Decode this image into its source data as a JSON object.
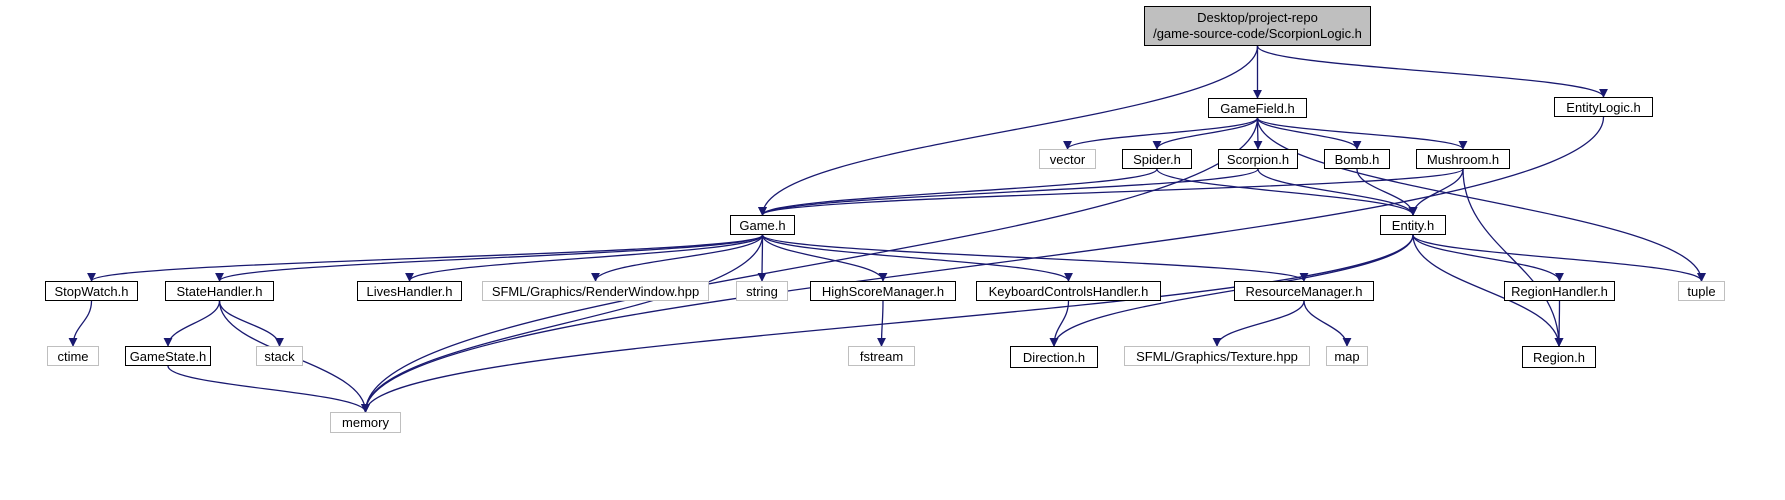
{
  "edge_color": "#191970",
  "root": {
    "line1": "Desktop/project-repo",
    "line2": "/game-source-code/ScorpionLogic.h"
  },
  "nodes": {
    "gamefield": "GameField.h",
    "entitylogic": "EntityLogic.h",
    "vector": "vector",
    "spider": "Spider.h",
    "scorpion": "Scorpion.h",
    "bomb": "Bomb.h",
    "mushroom": "Mushroom.h",
    "game": "Game.h",
    "entity": "Entity.h",
    "stopwatch": "StopWatch.h",
    "statehandler": "StateHandler.h",
    "liveshandler": "LivesHandler.h",
    "renderwindow": "SFML/Graphics/RenderWindow.hpp",
    "string": "string",
    "highscoremanager": "HighScoreManager.h",
    "keyboardcontrolshandler": "KeyboardControlsHandler.h",
    "resourcemanager": "ResourceManager.h",
    "regionhandler": "RegionHandler.h",
    "tuple": "tuple",
    "ctime": "ctime",
    "gamestate": "GameState.h",
    "stack": "stack",
    "fstream": "fstream",
    "direction": "Direction.h",
    "texture": "SFML/Graphics/Texture.hpp",
    "map": "map",
    "region": "Region.h",
    "memory": "memory"
  },
  "edges": [
    [
      "root",
      "gamefield"
    ],
    [
      "root",
      "entitylogic"
    ],
    [
      "root",
      "game"
    ],
    [
      "gamefield",
      "vector"
    ],
    [
      "gamefield",
      "spider"
    ],
    [
      "gamefield",
      "scorpion"
    ],
    [
      "gamefield",
      "bomb"
    ],
    [
      "gamefield",
      "mushroom"
    ],
    [
      "gamefield",
      "tuple"
    ],
    [
      "gamefield",
      "memory"
    ],
    [
      "entitylogic",
      "memory"
    ],
    [
      "spider",
      "game"
    ],
    [
      "spider",
      "entity"
    ],
    [
      "scorpion",
      "game"
    ],
    [
      "scorpion",
      "entity"
    ],
    [
      "bomb",
      "entity"
    ],
    [
      "mushroom",
      "game"
    ],
    [
      "mushroom",
      "entity"
    ],
    [
      "mushroom",
      "region"
    ],
    [
      "game",
      "stopwatch"
    ],
    [
      "game",
      "statehandler"
    ],
    [
      "game",
      "liveshandler"
    ],
    [
      "game",
      "renderwindow"
    ],
    [
      "game",
      "string"
    ],
    [
      "game",
      "highscoremanager"
    ],
    [
      "game",
      "keyboardcontrolshandler"
    ],
    [
      "game",
      "resourcemanager"
    ],
    [
      "game",
      "memory"
    ],
    [
      "entity",
      "direction"
    ],
    [
      "entity",
      "regionhandler"
    ],
    [
      "entity",
      "region"
    ],
    [
      "entity",
      "tuple"
    ],
    [
      "entity",
      "memory"
    ],
    [
      "stopwatch",
      "ctime"
    ],
    [
      "statehandler",
      "gamestate"
    ],
    [
      "statehandler",
      "stack"
    ],
    [
      "statehandler",
      "memory"
    ],
    [
      "gamestate",
      "memory"
    ],
    [
      "highscoremanager",
      "fstream"
    ],
    [
      "keyboardcontrolshandler",
      "direction"
    ],
    [
      "resourcemanager",
      "texture"
    ],
    [
      "resourcemanager",
      "map"
    ],
    [
      "regionhandler",
      "region"
    ]
  ]
}
